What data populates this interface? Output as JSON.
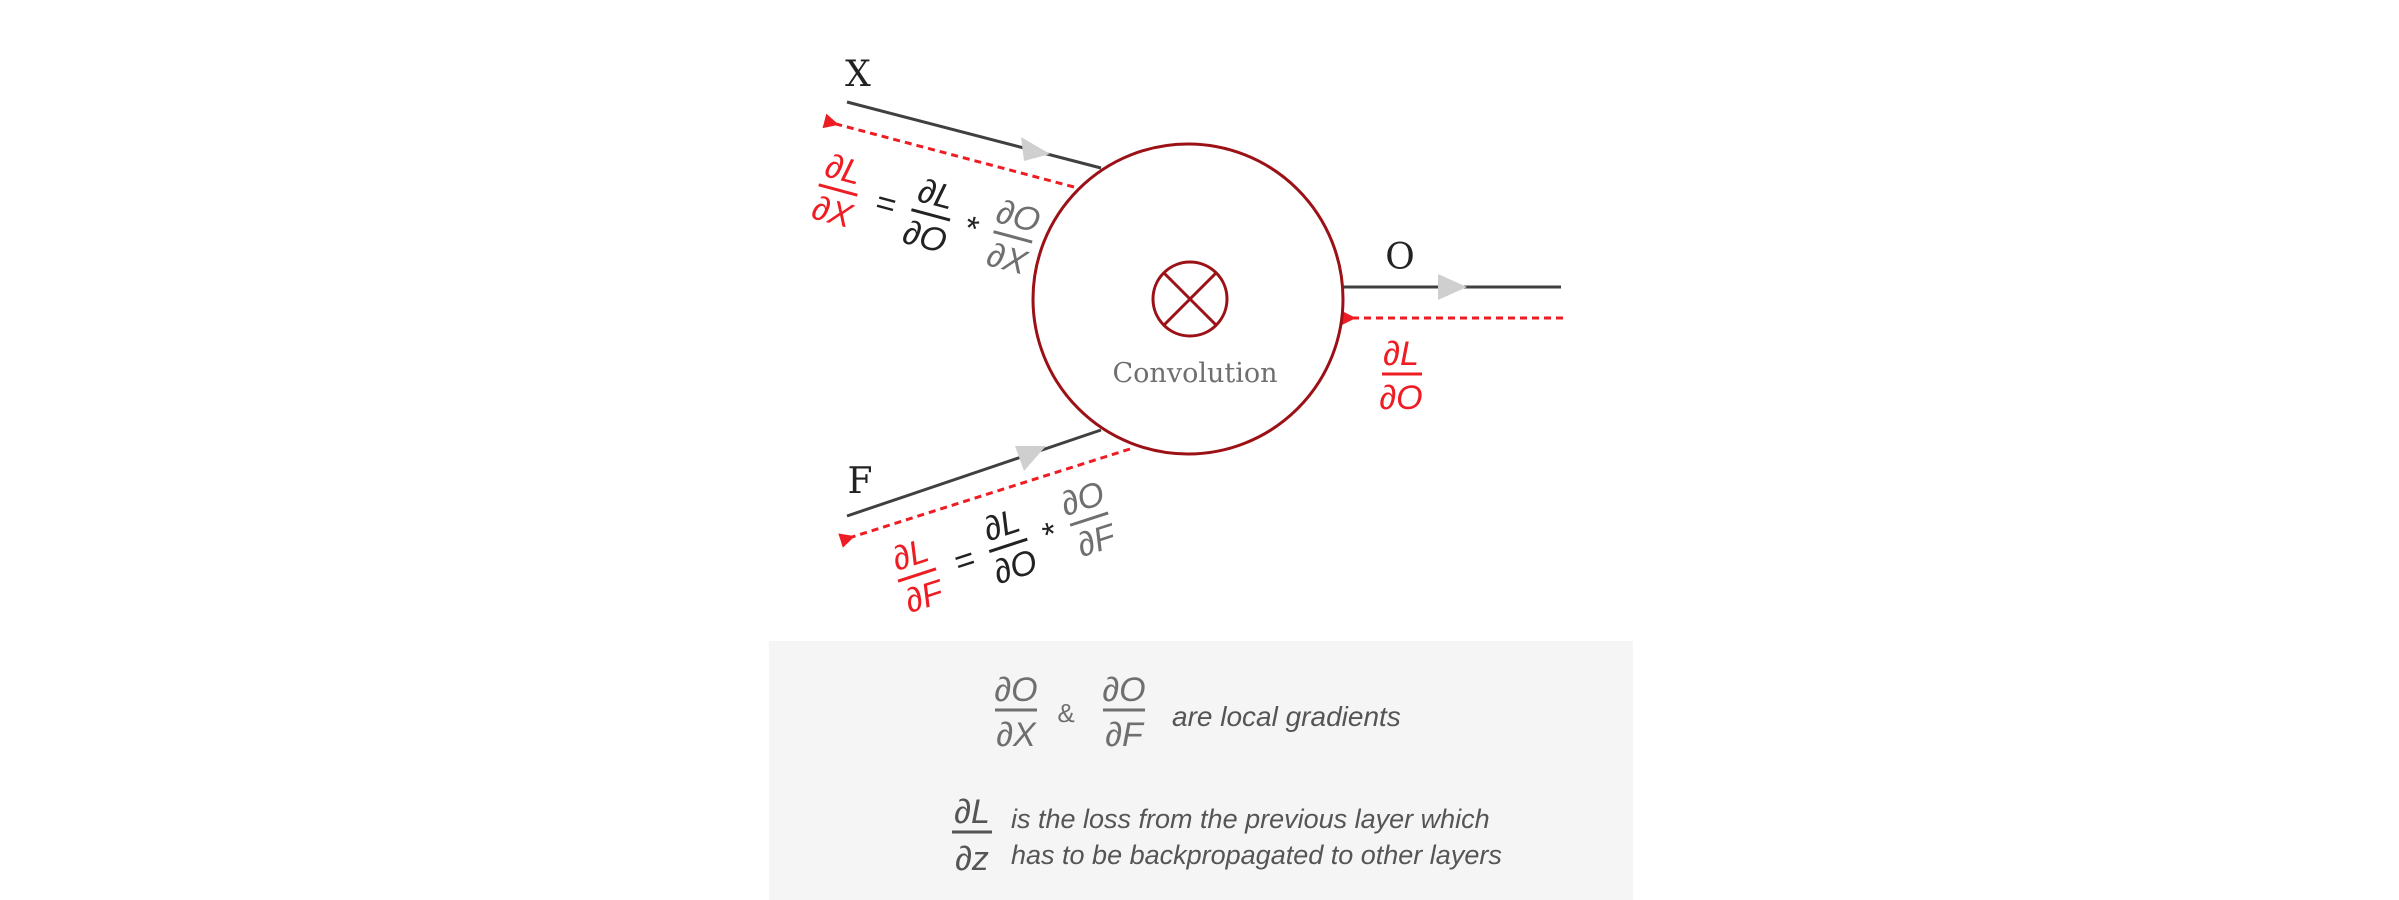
{
  "colors": {
    "red": "#ee1d23",
    "dark_red": "#9b1116",
    "dark_text": "#222222",
    "grey_text": "#6f6f6f",
    "line": "#404040",
    "arrow_head": "#cfcfcf",
    "panel_bg": "#f5f5f5"
  },
  "node": {
    "label": "Convolution",
    "operator_icon": "circle-times-icon"
  },
  "inputs": {
    "x_label": "X",
    "f_label": "F",
    "o_label": "O"
  },
  "gradients": {
    "dl_do": {
      "num": "∂L",
      "den": "∂O"
    },
    "dl_dx": {
      "lhs": {
        "num": "∂L",
        "den": "∂X"
      },
      "equals": "=",
      "upstream": {
        "num": "∂L",
        "den": "∂O"
      },
      "times": "*",
      "local": {
        "num": "∂O",
        "den": "∂X"
      }
    },
    "dl_df": {
      "lhs": {
        "num": "∂L",
        "den": "∂F"
      },
      "equals": "=",
      "upstream": {
        "num": "∂L",
        "den": "∂O"
      },
      "times": "*",
      "local": {
        "num": "∂O",
        "den": "∂F"
      }
    }
  },
  "legend": {
    "local_frac1": {
      "num": "∂O",
      "den": "∂X"
    },
    "amp": "&",
    "local_frac2": {
      "num": "∂O",
      "den": "∂F"
    },
    "local_text": "are local gradients",
    "loss_frac": {
      "num": "∂L",
      "den": "∂z"
    },
    "loss_text_line1": "is the loss from the previous layer which",
    "loss_text_line2": "has to be backpropagated to other layers"
  }
}
